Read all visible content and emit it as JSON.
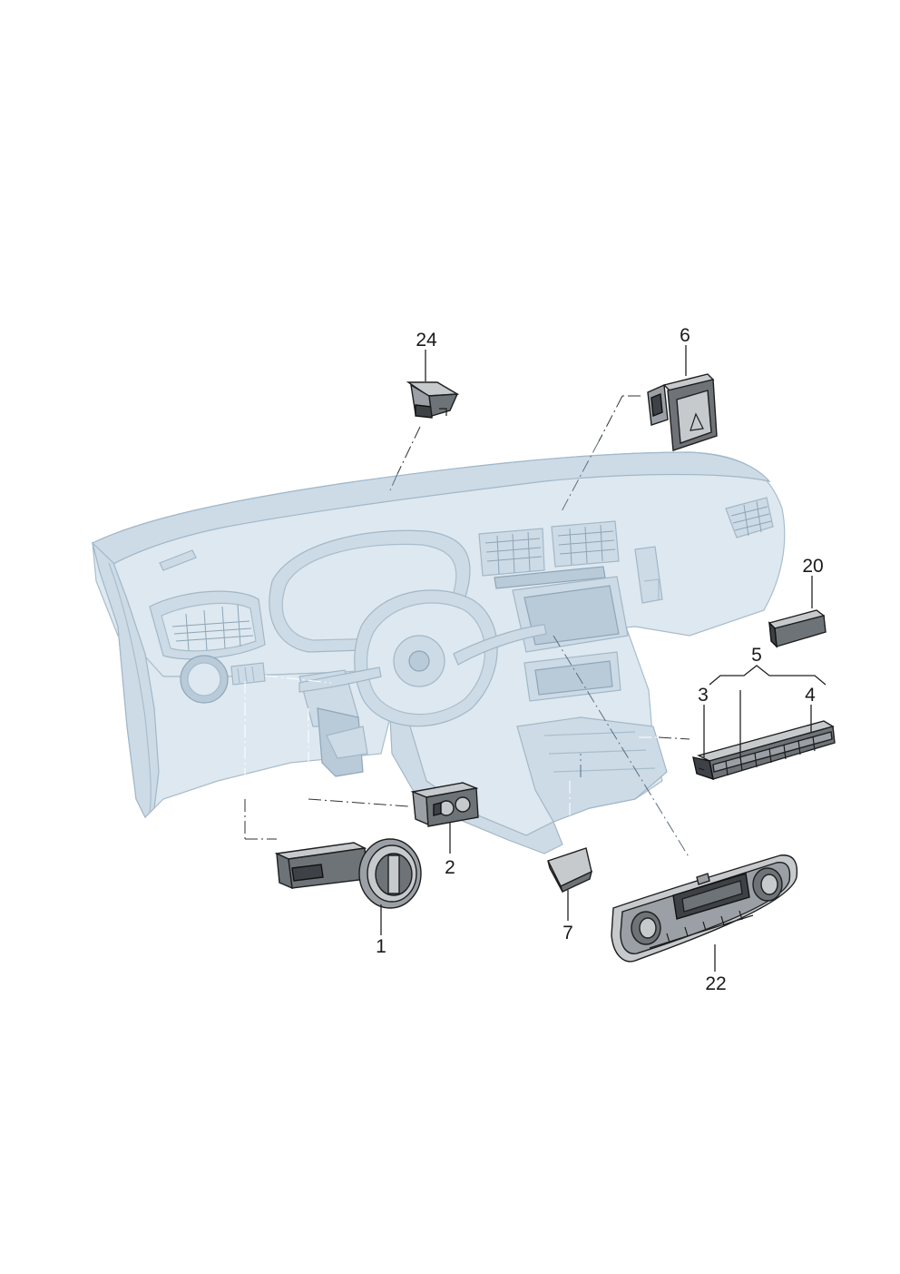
{
  "callouts": {
    "p1": "1",
    "p2": "2",
    "p3": "3",
    "p4": "4",
    "p5": "5",
    "p6": "6",
    "p7": "7",
    "p20": "20",
    "p22": "22",
    "p24": "24"
  }
}
